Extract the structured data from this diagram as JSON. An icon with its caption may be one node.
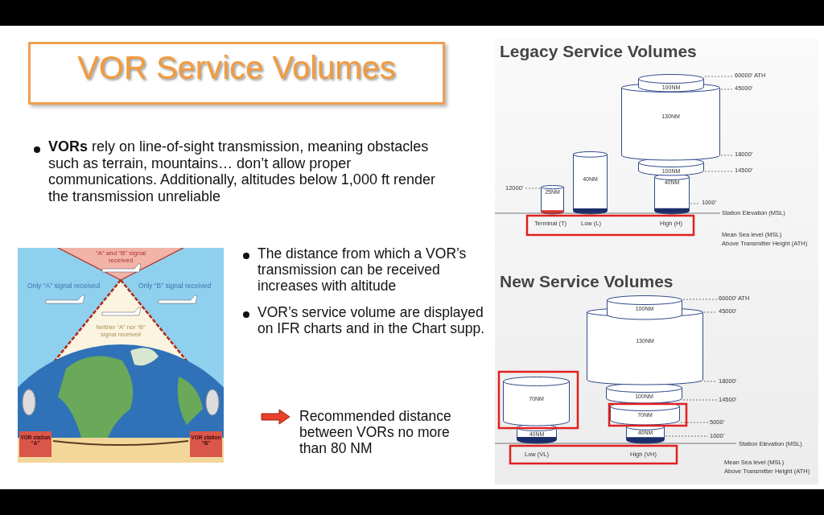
{
  "diagram": {
    "title": "VOR Service Volumes",
    "nodes": [
      {
        "text": [
          "100NM"
        ]
      },
      {
        "text": [
          "130NM"
        ]
      },
      {
        "text": [
          "100NM"
        ]
      },
      {
        "text": [
          "40NM"
        ]
      },
      {
        "text": [
          "40NM"
        ]
      },
      {
        "text": [
          "25NM"
        ]
      },
      {
        "text": [
          "100NM"
        ]
      },
      {
        "text": [
          "130NM"
        ]
      },
      {
        "text": [
          "100NM"
        ]
      },
      {
        "text": [
          "70NM"
        ]
      },
      {
        "text": [
          "40NM"
        ]
      },
      {
        "text": [
          "70NM"
        ]
      },
      {
        "text": [
          "40NM"
        ]
      },
      {
        "text": [
          "60000’ ATH"
        ]
      },
      {
        "text": [
          "45000’"
        ]
      },
      {
        "text": [
          "18000’"
        ]
      },
      {
        "text": [
          "14500’"
        ]
      },
      {
        "text": [
          "1000’"
        ]
      },
      {
        "text": [
          "12000’"
        ]
      },
      {
        "text": [
          "60000’ ATH"
        ]
      },
      {
        "text": [
          "45000’"
        ]
      },
      {
        "text": [
          "18000’"
        ]
      },
      {
        "text": [
          "14500’"
        ]
      },
      {
        "text": [
          "5000’"
        ]
      },
      {
        "text": [
          "1000’"
        ]
      }
    ],
    "edges": [
      {
        "from": 0,
        "to": 13,
        "arrow": "none",
        "style": "dashed"
      },
      {
        "from": 1,
        "to": 14,
        "arrow": "none",
        "style": "dashed"
      },
      {
        "from": 1,
        "to": 15,
        "arrow": "none",
        "style": "dashed"
      },
      {
        "from": 2,
        "to": 16,
        "arrow": "none",
        "style": "dashed"
      },
      {
        "from": 3,
        "to": 17,
        "arrow": "none",
        "style": "dashed"
      },
      {
        "from": 5,
        "to": 18,
        "arrow": "none",
        "style": "dashed"
      },
      {
        "from": 6,
        "to": 19,
        "arrow": "none",
        "style": "dashed"
      },
      {
        "from": 7,
        "to": 20,
        "arrow": "none",
        "style": "dashed"
      },
      {
        "from": 7,
        "to": 21,
        "arrow": "none",
        "style": "dashed"
      },
      {
        "from": 8,
        "to": 22,
        "arrow": "none",
        "style": "dashed"
      },
      {
        "from": 9,
        "to": 23,
        "arrow": "none",
        "style": "dashed"
      },
      {
        "from": 10,
        "to": 24,
        "arrow": "none",
        "style": "dashed"
      }
    ],
    "labels": [
      "**VORs** rely on line-of-sight transmission, meaning obstacles such as terrain, mountains… don’t allow proper communications. Additionally, altitudes below 1,000 ft render the transmission unreliable",
      "“A” and “B” signal received",
      "Only “A” signal received",
      "Only “B” signal received",
      "Neither “A” nor “B” signal received",
      "VOR station “A”",
      "VOR station “B”",
      "The distance from which a VOR’s transmission can be received increases with altitude",
      "VOR’s service volume are displayed on IFR charts and in the Chart supp.",
      "Recommended distance between VORs no more than 80 NM",
      "Legacy Service Volumes",
      "Station Elevation (MSL)",
      "Terminal (T)",
      "Low (L)",
      "High (H)",
      "Mean Sea level (MSL)",
      "Above Transmitter Height (ATH)",
      "New Service Volumes",
      "Station Elevation (MSL)",
      "Low (VL)",
      "High (VH)",
      "Mean Sea level (MSL)",
      "Above Transmitter Height (ATH)"
    ]
  }
}
